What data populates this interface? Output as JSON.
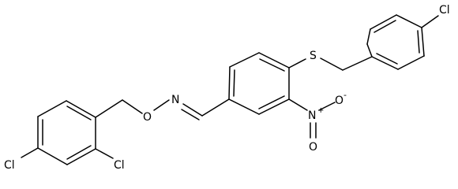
{
  "molecule": {
    "atom_labels": {
      "cl_top_right": "Cl",
      "sulfur": "S",
      "oxygen_oxime": "O",
      "nitrogen_oxime": "N",
      "nitro_nitrogen": "N",
      "nitro_oxygen_top": "O",
      "nitro_oxygen_bottom": "O",
      "cl_para_left": "Cl",
      "cl_ortho_left": "Cl"
    },
    "charges": {
      "nitro_nitrogen": "+",
      "nitro_oxygen_top": "-"
    }
  }
}
